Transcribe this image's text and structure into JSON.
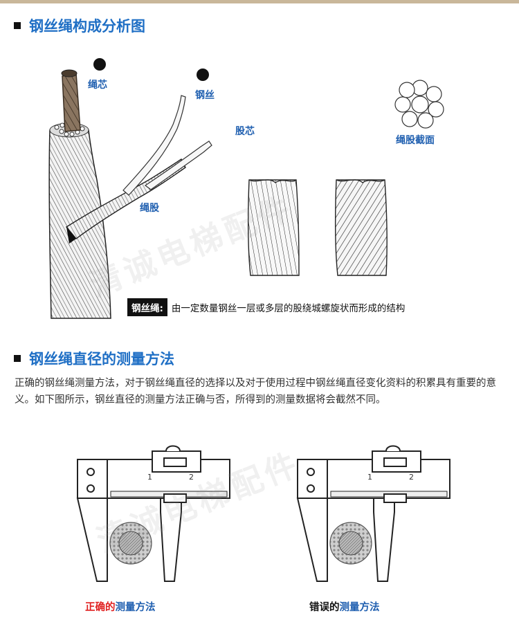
{
  "section1": {
    "title": "钢丝绳构成分析图"
  },
  "diagram1": {
    "labels": {
      "core": "绳芯",
      "wire": "钢丝",
      "strand_core": "股芯",
      "strand_section": "绳股截面",
      "strand": "绳股"
    },
    "definition": {
      "tag": "钢丝绳:",
      "text": "由一定数量钢丝一层或多层的股绕城螺旋状而形成的结构"
    }
  },
  "section2": {
    "title": "钢丝绳直径的测量方法",
    "paragraph": "正确的钢丝绳测量方法，对于钢丝绳直径的选择以及对于使用过程中钢丝绳直径变化资料的积累具有重要的意义。如下图所示，钢丝直径的测量方法正确与否，所得到的测量数据将会截然不同。"
  },
  "calipers": {
    "scale_mark_1": "1",
    "scale_mark_2": "2",
    "correct_caption": {
      "part1": "正确的",
      "part2": "测量方法"
    },
    "wrong_caption": {
      "part1": "错误的",
      "part2": "测量方法"
    }
  },
  "watermark": {
    "text": "清诚电梯配件"
  }
}
